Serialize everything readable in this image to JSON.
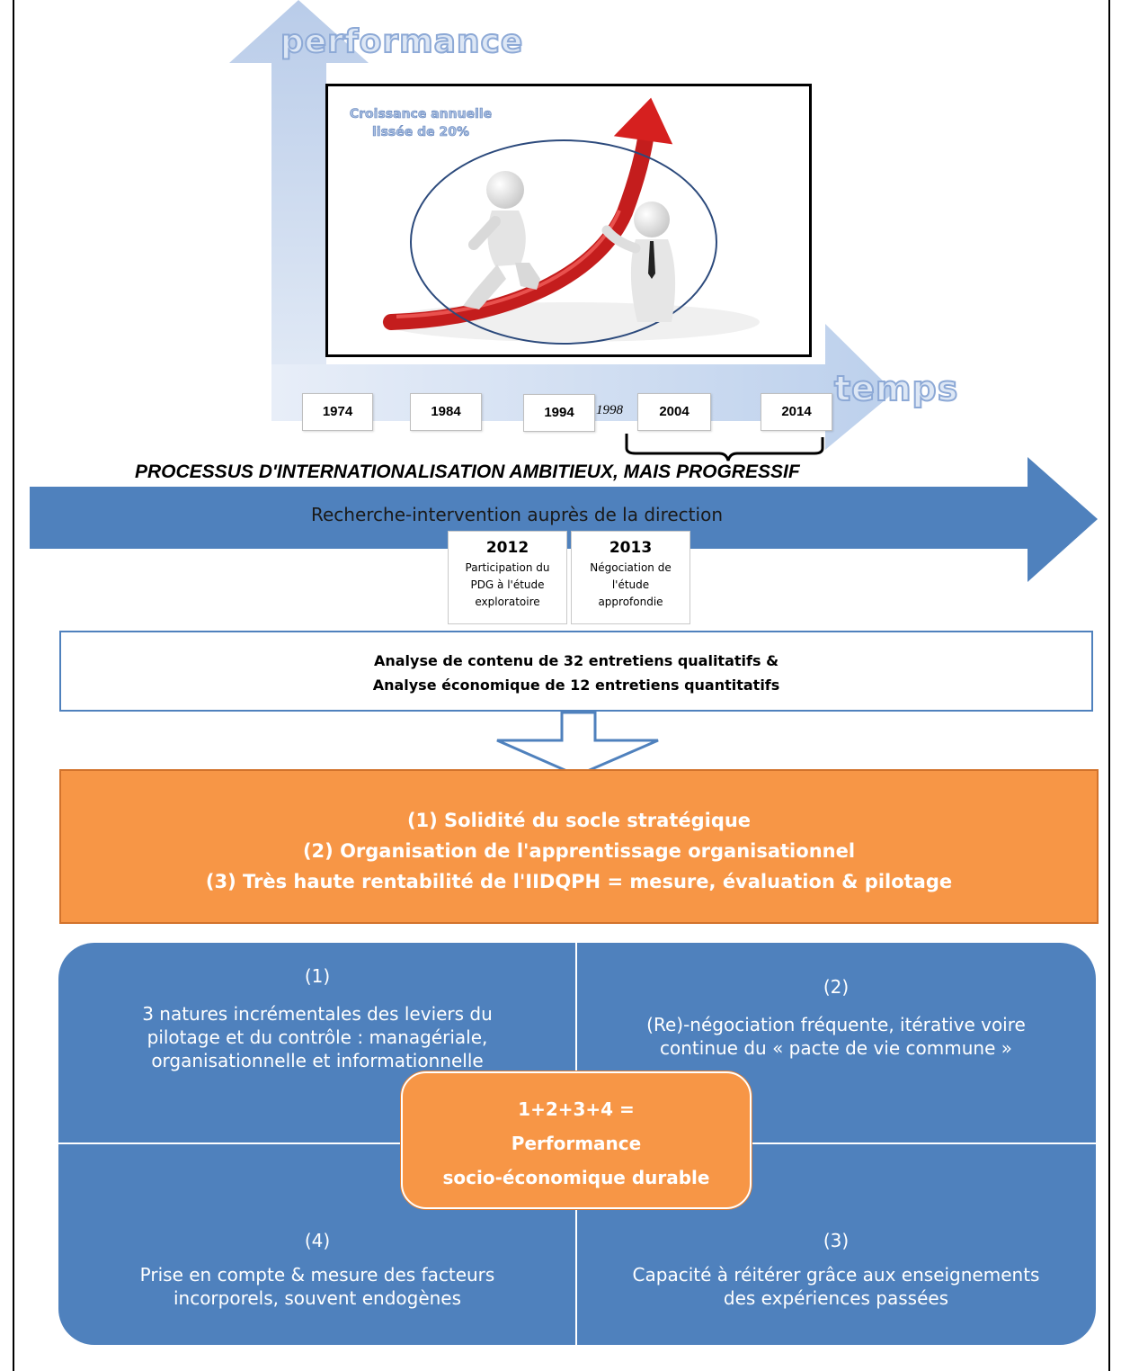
{
  "axes": {
    "y_label": "performance",
    "x_label": "temps"
  },
  "photo": {
    "caption_line1": "Croissance annuelle",
    "caption_line2": "lissée de 20%"
  },
  "timeline": {
    "years": [
      "1974",
      "1984",
      "1994",
      "2004",
      "2014"
    ],
    "highlight_year": "1998"
  },
  "process": {
    "title": "PROCESSUS D'INTERNATIONALISATION AMBITIEUX, MAIS PROGRESSIF",
    "arrow_text": "Recherche-intervention auprès de la direction"
  },
  "events": [
    {
      "year": "2012",
      "line1": "Participation du",
      "line2": "PDG à l'étude",
      "line3": "exploratoire"
    },
    {
      "year": "2013",
      "line1": "Négociation de",
      "line2": "l'étude",
      "line3": "approfondie"
    }
  ],
  "analysis": {
    "line1": "Analyse de contenu de 32 entretiens qualitatifs  &",
    "line2": "Analyse économique de 12 entretiens quantitatifs"
  },
  "results": {
    "line1": "(1) Solidité du socle stratégique",
    "line2": "(2) Organisation de l'apprentissage organisationnel",
    "line3": "(3) Très haute rentabilité de l'IIDQPH = mesure, évaluation & pilotage"
  },
  "quadrants": {
    "q1": {
      "num": "(1)",
      "line1": "3 natures incrémentales des leviers du",
      "line2": "pilotage et du contrôle  : managériale,",
      "line3": "organisationnelle et informationnelle"
    },
    "q2": {
      "num": "(2)",
      "line1": "(Re)-négociation fréquente, itérative voire",
      "line2": "continue du « pacte de vie commune »"
    },
    "q3": {
      "num": "(3)",
      "line1": "Capacité à réitérer  grâce aux enseignements",
      "line2": "des expériences passées"
    },
    "q4": {
      "num": "(4)",
      "line1": "Prise en compte & mesure des facteurs",
      "line2": "incorporels, souvent endogènes"
    }
  },
  "center": {
    "line1": "1+2+3+4 =",
    "line2": "Performance",
    "line3": "socio-économique durable"
  },
  "colors": {
    "blue": "#4f81bd",
    "orange": "#f79646",
    "light_axis": "#c6d5ec"
  }
}
